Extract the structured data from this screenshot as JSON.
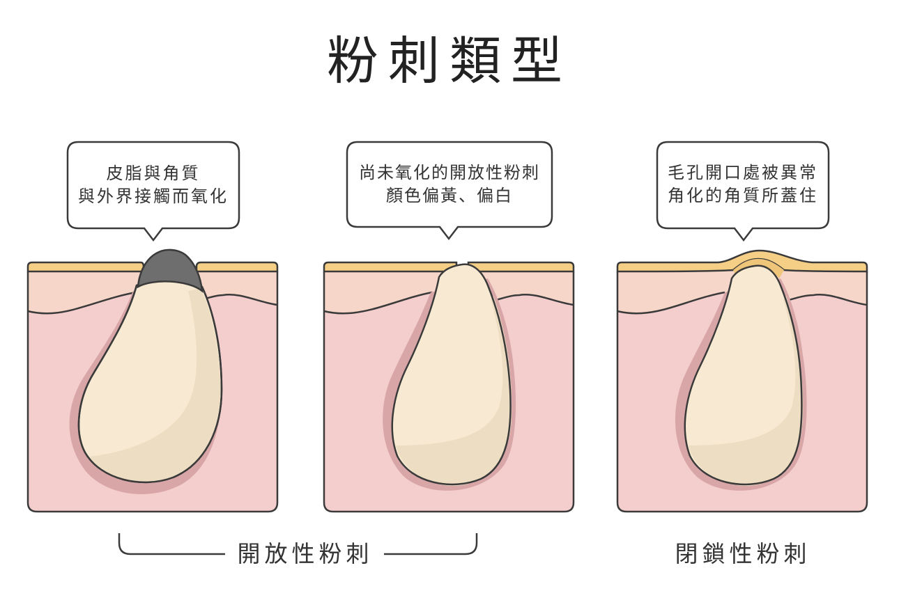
{
  "title": "粉刺類型",
  "panels": [
    {
      "bubble_line1": "皮脂與角質",
      "bubble_line2": "與外界接觸而氧化"
    },
    {
      "bubble_line1": "尚未氧化的開放性粉刺",
      "bubble_line2": "顏色偏黃、偏白"
    },
    {
      "bubble_line1": "毛孔開口處被異常",
      "bubble_line2": "角化的角質所蓋住"
    }
  ],
  "labels": {
    "open": "開放性粉刺",
    "closed": "閉鎖性粉刺"
  },
  "colors": {
    "skin_surface": "#F6CF86",
    "epidermis": "#F6D6C8",
    "dermis": "#F4CDCD",
    "shadow": "#D9A6A8",
    "sebum": "#F8EAD2",
    "sebum_shade": "#EDDDC2",
    "oxidized": "#6E6E6E",
    "outline": "#3A3A3A"
  }
}
